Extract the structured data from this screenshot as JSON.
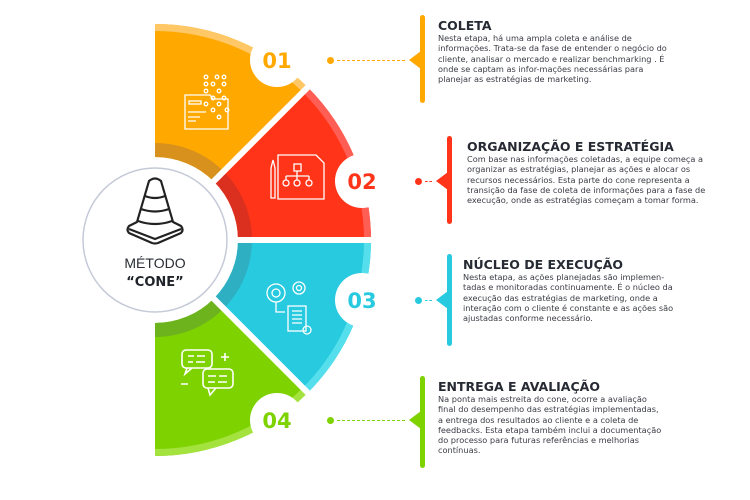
{
  "center": {
    "line1": "MÉTODO",
    "line2": "“CONE”",
    "icon": "traffic-cone-icon"
  },
  "colors": {
    "orange": "#FFA800",
    "red": "#FF3419",
    "cyan": "#27CADF",
    "green": "#7ED200",
    "text": "#262a33"
  },
  "steps": [
    {
      "number": "01",
      "title": "COLETA",
      "icon": "data-analysis-icon",
      "body": "Nesta etapa, há uma ampla coleta e análise de informações. Trata-se da fase de entender o negócio do cliente, analisar o mercado e realizar benchmarking . É onde se captam as infor-mações necessárias para planejar as estratégias de marketing."
    },
    {
      "number": "02",
      "title": "ORGANIZAÇÃO E ESTRATÉGIA",
      "icon": "strategy-document-icon",
      "body": "Com base nas informações coletadas, a equipe começa a organizar as estratégias, planejar as ações e alocar os recursos necessários. Esta parte do cone representa a transição da fase de coleta de informações para a fase de execução, onde as estratégias começam a tomar forma."
    },
    {
      "number": "03",
      "title": "NÚCLEO DE EXECUÇÃO",
      "icon": "gears-checklist-icon",
      "body": "Nesta etapa, as ações planejadas são implemen-tadas e monitoradas continuamente. É o núcleo da execução das estratégias de marketing, onde a interação com o cliente é constante e as ações são ajustadas conforme necessário."
    },
    {
      "number": "04",
      "title": "ENTREGA E AVALIAÇÃO",
      "icon": "feedback-chat-icon",
      "body": "Na ponta mais estreita do cone, ocorre a avaliação final do desempenho das estratégias implementadas, a entrega dos resultados ao cliente e a coleta de feedbacks. Esta etapa também inclui a documentação do processo para futuras referências e melhorias contínuas."
    }
  ]
}
